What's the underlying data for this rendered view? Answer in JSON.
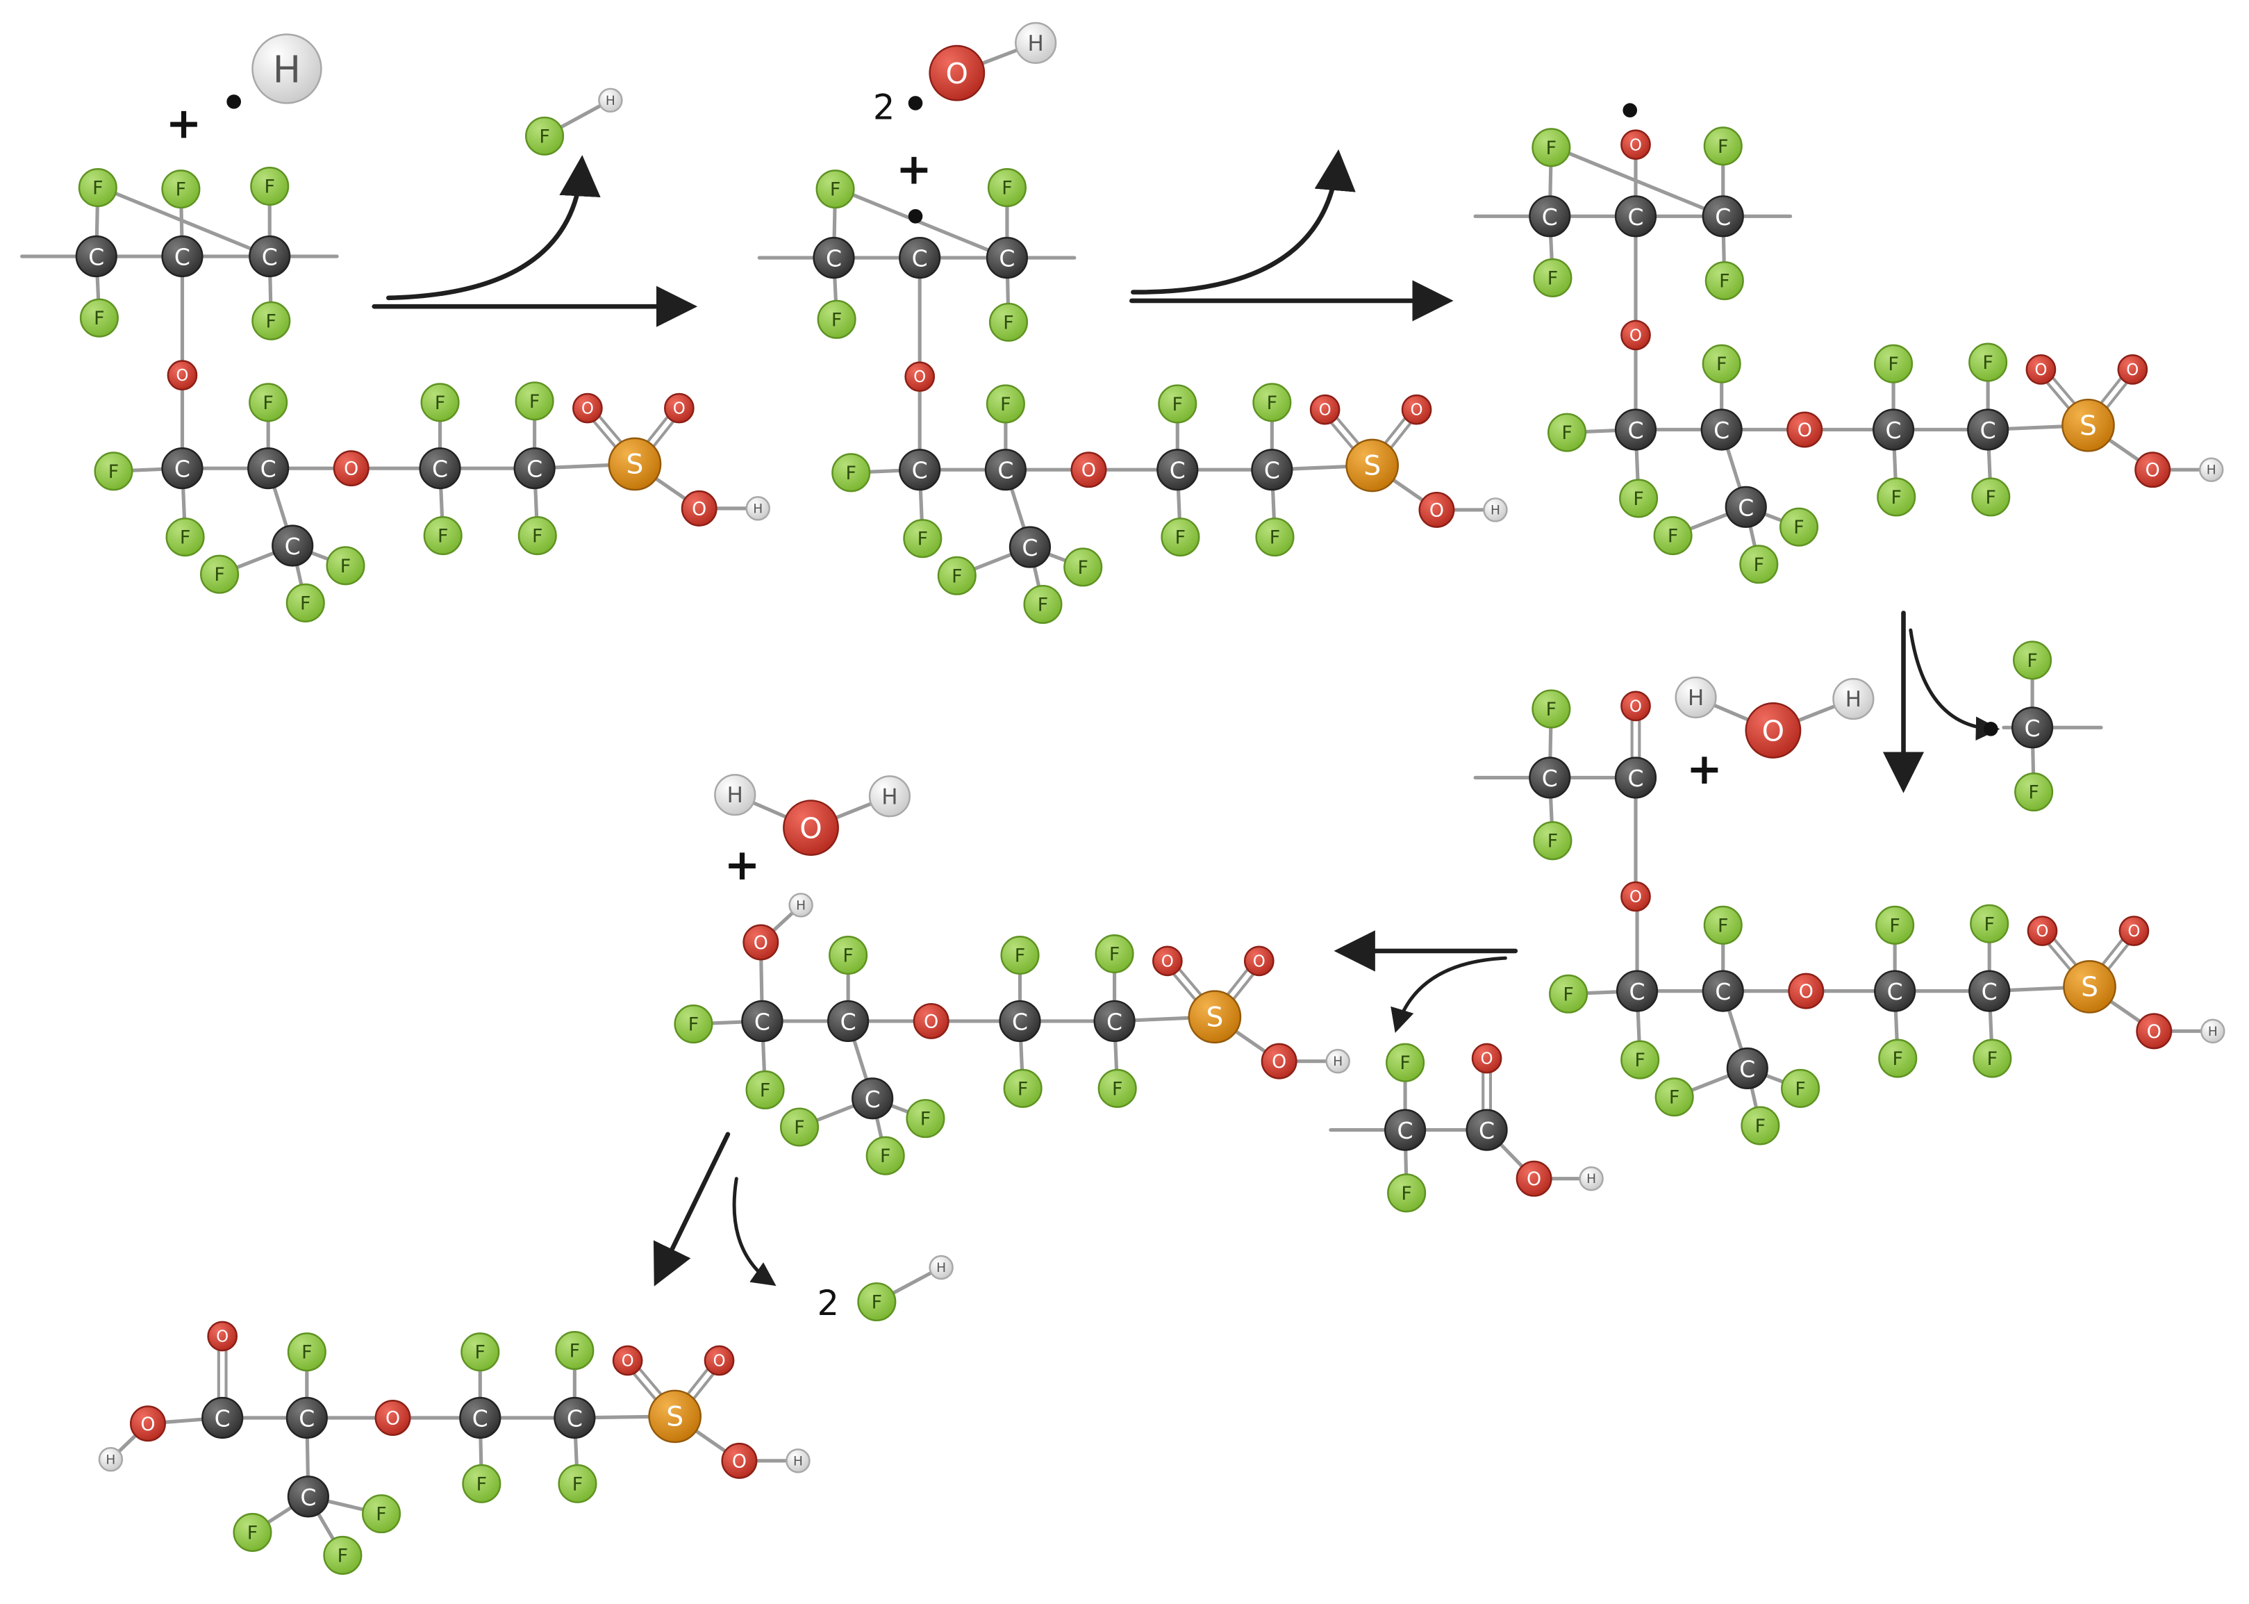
{
  "atom_labels": {
    "C": "C",
    "F": "F",
    "O": "O",
    "H": "H",
    "S": "S"
  },
  "symbols": {
    "plus": "+",
    "coef_two": "2"
  },
  "colors": {
    "carbon": "#3f3f3f",
    "fluorine": "#8cc63f",
    "oxygen": "#cc3a2e",
    "hydrogen": "#e2e2e2",
    "sulfur": "#d4850f",
    "bond": "#9a9a9a",
    "arrow": "#1f1f1f"
  }
}
